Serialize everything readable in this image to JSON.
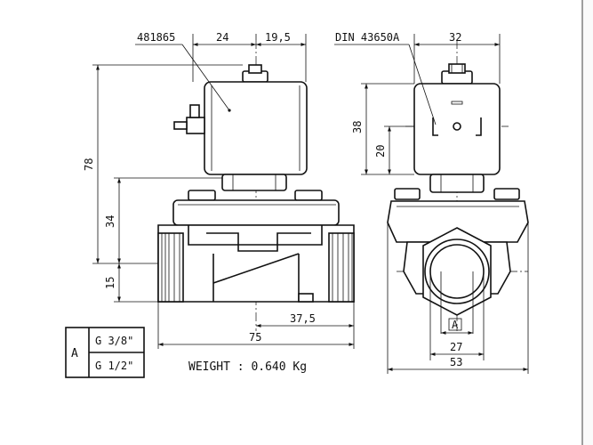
{
  "part_ref": "481865",
  "connector_ref": "DIN 43650A",
  "dims": {
    "d24": "24",
    "d19_5": "19,5",
    "d32": "32",
    "d78": "78",
    "d38": "38",
    "d20": "20",
    "d34": "34",
    "d15": "15",
    "d37_5": "37,5",
    "d75": "75",
    "d27": "27",
    "d53": "53"
  },
  "port_label": "A",
  "table": {
    "row_label": "A",
    "rows": [
      "G 3/8\"",
      "G 1/2\""
    ]
  },
  "weight": "WEIGHT : 0.640 Kg"
}
